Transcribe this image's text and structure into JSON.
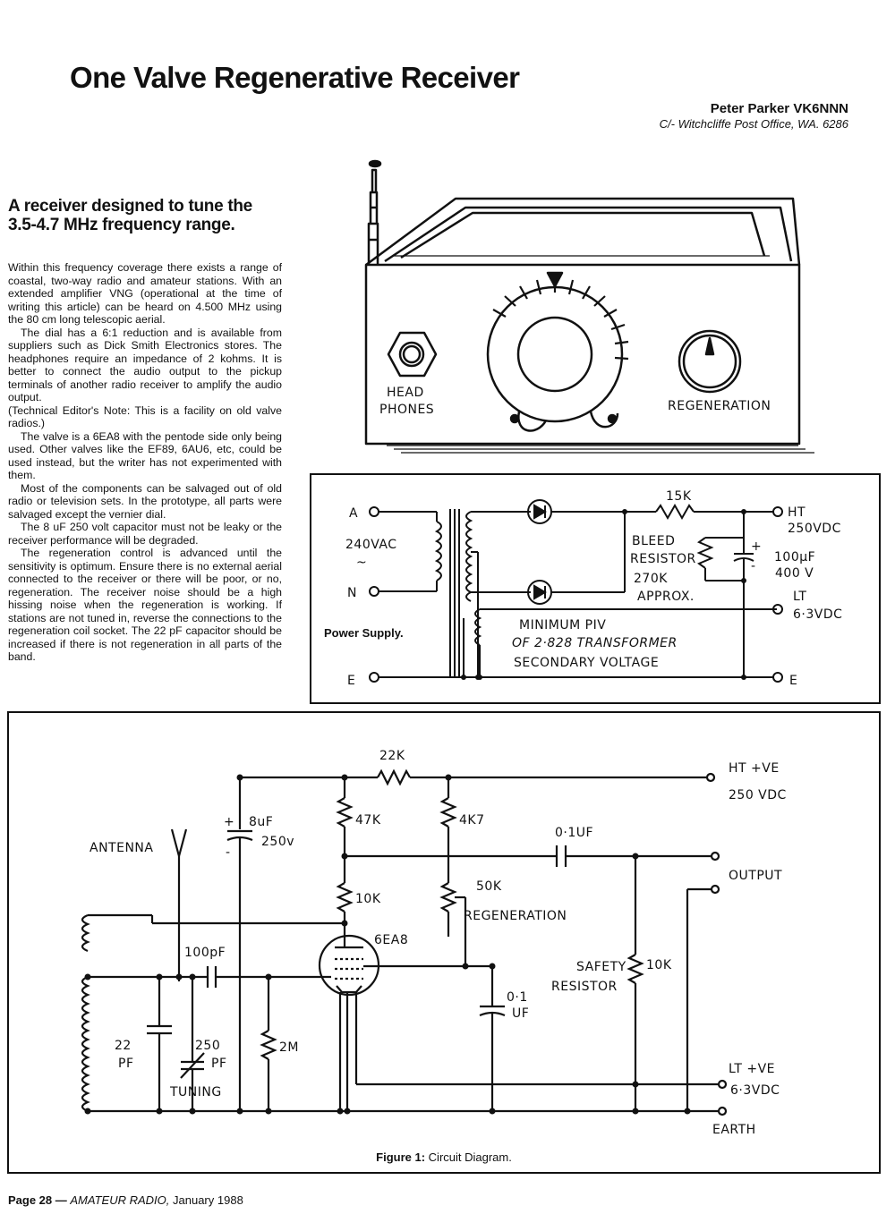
{
  "article": {
    "title": "One Valve Regenerative Receiver",
    "author": "Peter Parker VK6NNN",
    "address": "C/- Witchcliffe Post Office, WA. 6286",
    "subheading": "A receiver designed to tune the 3.5-4.7 MHz frequency range.",
    "paragraphs": [
      "Within this frequency coverage there exists a range of coastal, two-way radio and amateur stations. With an extended amplifier VNG (operational at the time of writing this article) can be heard on 4.500 MHz using the 80 cm long telescopic aerial.",
      "The dial has a 6:1 reduction and is available from suppliers such as Dick Smith Electronics stores. The headphones require an impedance of 2 kohms. It is better to connect the audio output to the pickup terminals of another radio receiver to amplify the audio output.",
      "(Technical Editor's Note: This is a facility on old valve radios.)",
      "The valve is a 6EA8 with the pentode side only being used. Other valves like the EF89, 6AU6, etc, could be used instead, but the writer has not experimented with them.",
      "Most of the components can be salvaged out of old radio or television sets. In the prototype, all parts were salvaged except the vernier dial.",
      "The 8 uF 250 volt capacitor must not be leaky or the receiver performance will be degraded.",
      "The regeneration control is advanced until the sensitivity is optimum. Ensure there is no external aerial connected to the receiver or there will be poor, or no, regeneration. The receiver noise should be a high hissing noise when the regeneration is working. If stations are not tuned in, reverse the connections to the regeneration coil socket. The 22 pF capacitor should be increased if there is not regeneration in all parts of the band."
    ]
  },
  "illustration": {
    "headphones_label_1": "HEAD",
    "headphones_label_2": "PHONES",
    "regeneration_label": "REGENERATION"
  },
  "power_supply": {
    "caption": "Power Supply.",
    "input_a": "A",
    "input_n": "N",
    "input_e": "E",
    "ac_label": "240VAC",
    "ac_symbol": "~",
    "resistor": "15K",
    "ht_label": "HT",
    "ht_voltage": "250VDC",
    "bleed_1": "BLEED",
    "bleed_2": "RESISTOR",
    "bleed_3": "270K",
    "bleed_4": "APPROX.",
    "cap_value": "100µF",
    "cap_voltage": "400 V",
    "plus": "+",
    "minus": "-",
    "lt_label": "LT",
    "lt_voltage": "6·3VDC",
    "note_1": "MINIMUM PIV",
    "note_2": "OF 2·828 TRANSFORMER",
    "note_3": "SECONDARY VOLTAGE",
    "output_e": "E"
  },
  "circuit": {
    "r_22k": "22K",
    "ht_1": "HT +VE",
    "ht_2": "250 VDC",
    "cap_8uf": "8uF",
    "cap_8uf_v": "250v",
    "plus": "+",
    "minus": "-",
    "r_47k": "47K",
    "r_4k7": "4K7",
    "cap_01": "0·1UF",
    "antenna": "ANTENNA",
    "output": "OUTPUT",
    "r_10k": "10K",
    "pot_50k": "50K",
    "regeneration": "REGENERATION",
    "valve": "6EA8",
    "cap_100pf": "100pF",
    "safety_1": "SAFETY",
    "safety_2": "RESISTOR",
    "r_safety": "10K",
    "cap_01_b1": "0·1",
    "cap_01_b2": "UF",
    "cap_22_1": "22",
    "cap_22_2": "PF",
    "cap_250_1": "250",
    "cap_250_2": "PF",
    "tuning": "TUNING",
    "r_2m": "2M",
    "lt_1": "LT +VE",
    "lt_2": "6·3VDC",
    "earth": "EARTH",
    "figure_label": "Figure 1:",
    "figure_title": "Circuit Diagram."
  },
  "footer": {
    "page": "Page 28 —",
    "magazine": "AMATEUR RADIO,",
    "date": "January 1988"
  }
}
